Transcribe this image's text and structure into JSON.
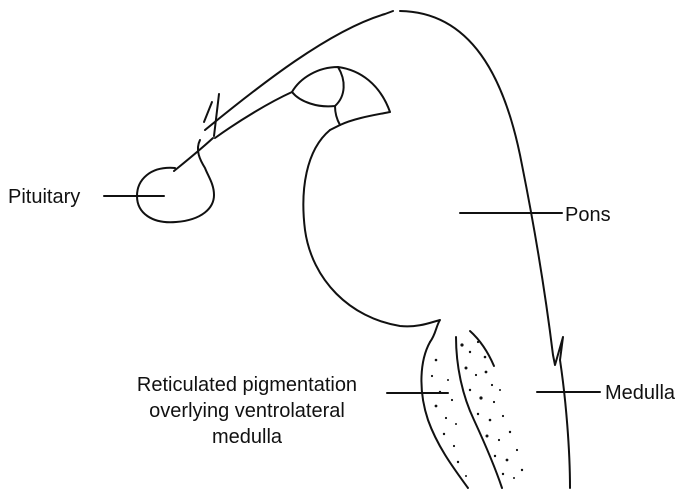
{
  "labels": {
    "pituitary": "Pituitary",
    "pons": "Pons",
    "medulla": "Medulla",
    "reticulated": [
      "Reticulated  pigmentation",
      "overlying  ventrolateral",
      "medulla"
    ]
  },
  "colors": {
    "ink": "#111111",
    "background": "#ffffff"
  }
}
